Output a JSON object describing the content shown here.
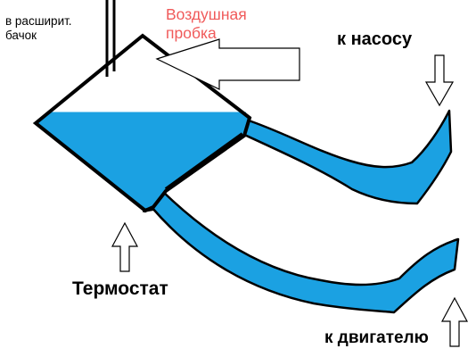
{
  "labels": {
    "expansion_tank_line1": "в расширит.",
    "expansion_tank_line2": "бачок",
    "air_lock_line1": "Воздушная",
    "air_lock_line2": "пробка",
    "to_pump": "к насосу",
    "thermostat": "Термостат",
    "to_engine": "к двигателю"
  },
  "colors": {
    "coolant": "#1ba1e2",
    "outline": "#000000",
    "air_label": "#f05a5a",
    "arrow_fill": "#ffffff"
  }
}
